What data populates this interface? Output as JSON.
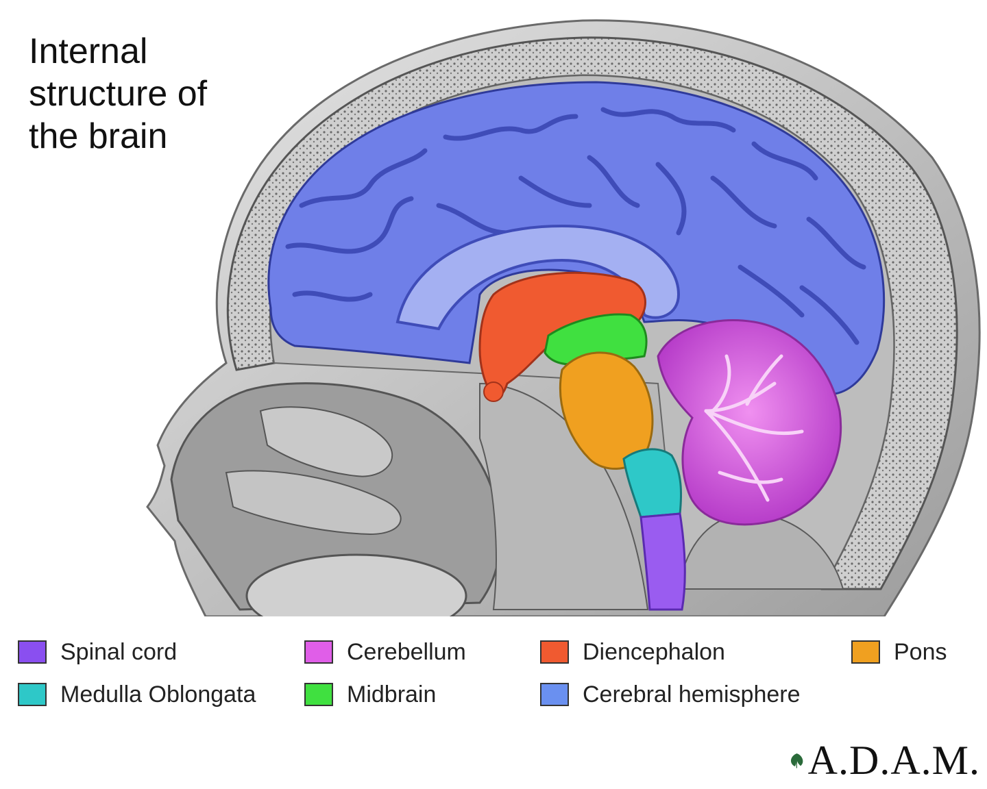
{
  "title": {
    "line1": "Internal",
    "line2": "structure of",
    "line3": "the brain"
  },
  "legend": [
    {
      "label": "Spinal cord",
      "color": "#8a4ff0"
    },
    {
      "label": "Cerebellum",
      "color": "#e05ee8"
    },
    {
      "label": "Diencephalon",
      "color": "#f05a30"
    },
    {
      "label": "Pons",
      "color": "#f0a020"
    },
    {
      "label": "Medulla Oblongata",
      "color": "#2ec8c8"
    },
    {
      "label": "Midbrain",
      "color": "#40e040"
    },
    {
      "label": "Cerebral hemisphere",
      "color": "#6a90f0"
    }
  ],
  "logo": {
    "text": "A.D.A.M.",
    "icon": "vine-leaf-icon"
  },
  "colors": {
    "cerebrum": "#6f7fe8",
    "cerebrum_sulcus": "#3f4cb8",
    "cerebellum": "#d24ce0",
    "diencephalon": "#f05a30",
    "midbrain": "#5ee048",
    "pons": "#f0a020",
    "medulla": "#2ec8c8",
    "spinal_cord": "#9a5cf0",
    "skull": "#c8c8c8",
    "tissue": "#9a9a9a"
  }
}
